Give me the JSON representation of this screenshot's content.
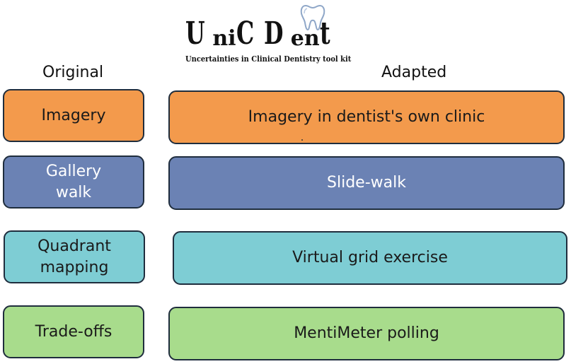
{
  "colors": {
    "orange": "#f39a4c",
    "blue": "#6b82b4",
    "cyan": "#7ecdd4",
    "green": "#a8dc8c",
    "border": "#1f2d3d"
  },
  "logo": {
    "title_parts": [
      "U",
      "ni",
      "C",
      " D",
      "en",
      "t"
    ],
    "icon": "tooth-icon",
    "subtitle": "Uncertainties in Clinical Dentistry tool kit"
  },
  "headers": {
    "original": "Original",
    "adapted": "Adapted"
  },
  "rows": [
    {
      "original": "Imagery",
      "adapted": "Imagery in dentist's own clinic",
      "color": "#f39a4c"
    },
    {
      "original": "Gallery\nwalk",
      "adapted": "Slide-walk",
      "color": "#6b82b4"
    },
    {
      "original": "Quadrant\nmapping",
      "adapted": "Virtual grid exercise",
      "color": "#7ecdd4"
    },
    {
      "original": "Trade-offs",
      "adapted": "MentiMeter polling",
      "color": "#a8dc8c"
    }
  ]
}
